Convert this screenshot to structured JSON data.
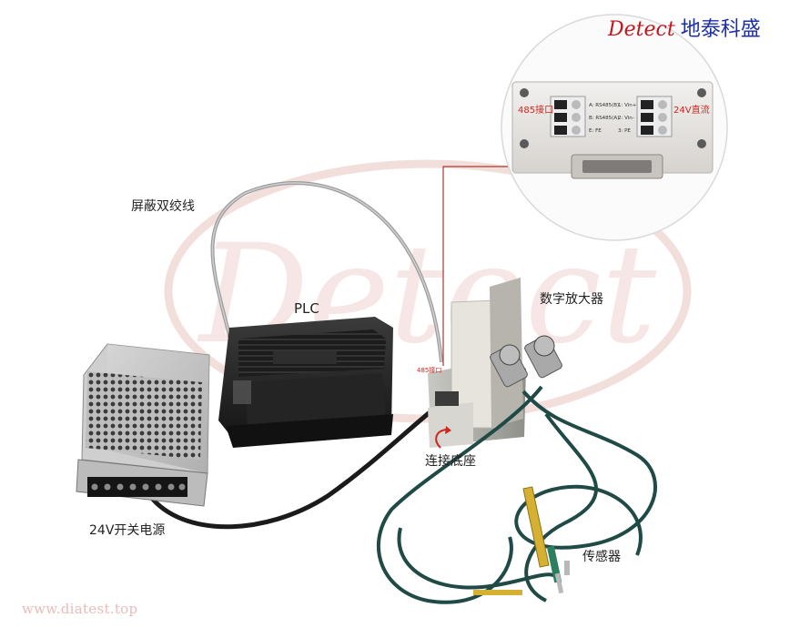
{
  "brand": {
    "english": "Detect",
    "chinese": "地泰科盛"
  },
  "website": "www.diatest.top",
  "watermark": {
    "text": "Detect"
  },
  "labels": {
    "twisted_pair": "屏蔽双绞线",
    "plc": "PLC",
    "amplifier": "数字放大器",
    "power_supply": "24V开关电源",
    "base": "连接底座",
    "sensor": "传感器",
    "port_485_small": "485接口"
  },
  "zoom_box": {
    "left_label": "485接口",
    "right_label": "24V直流",
    "pins_left": [
      "A: RS485(B)",
      "B: RS485(A)",
      "E: FE"
    ],
    "pins_right": [
      "1: Vin+",
      "2: Vin-",
      "3: PE"
    ]
  },
  "colors": {
    "brand_red": "#c4161c",
    "brand_blue": "#1c2fa8",
    "label_red": "#d0261d",
    "watermark": "#e9c5c1",
    "cable": "#1f4a45"
  }
}
